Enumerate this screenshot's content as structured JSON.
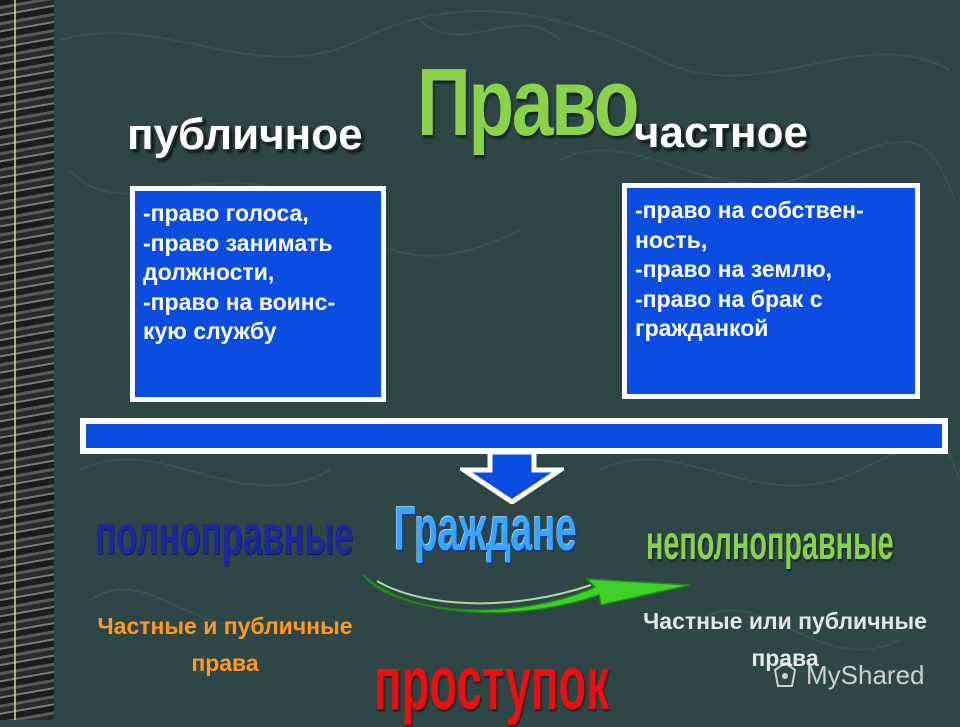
{
  "slide": {
    "title": "Право",
    "public_label": "публичное",
    "private_label": "частное",
    "public_rights": [
      "-право голоса,",
      "-право занимать",
      "должности,",
      "-право на воинс-",
      "кую службу"
    ],
    "private_rights": [
      "-право на собствен-",
      "ность,",
      "-право на землю,",
      "-право на брак с",
      "гражданкой"
    ],
    "full_citizens": "полноправные",
    "citizens": "Граждане",
    "partial_citizens": "неполноправные",
    "full_rights_note": "Частные и публичные права",
    "partial_rights_note": "Частные или публичные права",
    "offense": "проступок",
    "watermark": "MyShared"
  },
  "colors": {
    "background": "#2f4646",
    "box_blue": "#0a4de0",
    "title_green": "#8ad24a",
    "full_navy": "#1a2a9a",
    "citizens_blue": "#3aa4ff",
    "offense_red": "#e81010",
    "note_orange": "#ff9a1e"
  }
}
